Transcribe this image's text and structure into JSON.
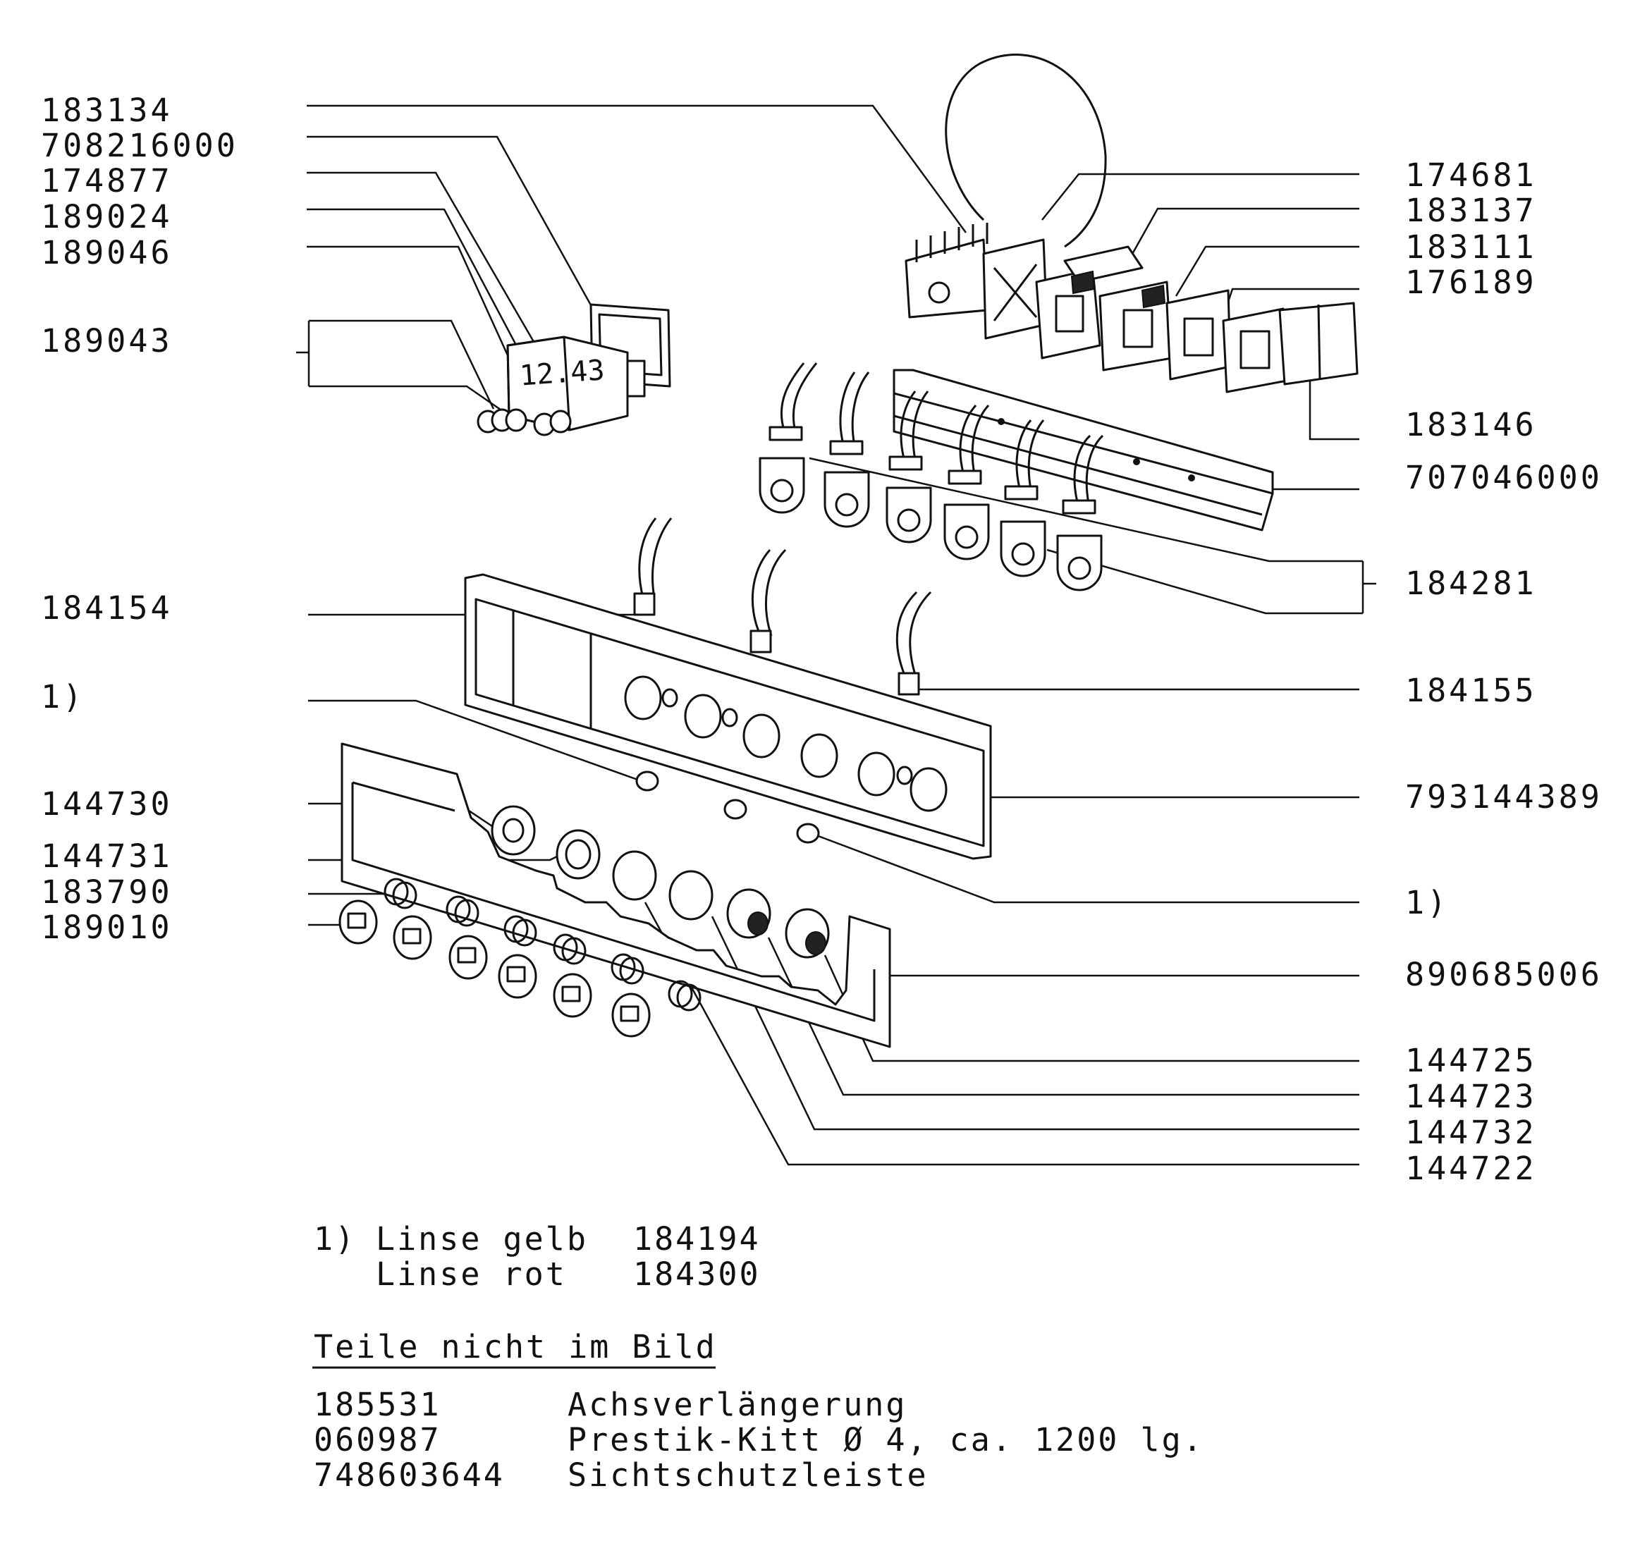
{
  "labels_left": [
    {
      "id": "l1",
      "text": "183134"
    },
    {
      "id": "l2",
      "text": "708216000"
    },
    {
      "id": "l3",
      "text": "174877"
    },
    {
      "id": "l4",
      "text": "189024"
    },
    {
      "id": "l5",
      "text": "189046"
    },
    {
      "id": "l6",
      "text": "189043"
    },
    {
      "id": "l7",
      "text": "184154"
    },
    {
      "id": "l8",
      "text": "1)"
    },
    {
      "id": "l9",
      "text": "144730"
    },
    {
      "id": "l10",
      "text": "144731"
    },
    {
      "id": "l11",
      "text": "183790"
    },
    {
      "id": "l12",
      "text": "189010"
    }
  ],
  "labels_right": [
    {
      "id": "r1",
      "text": "174681"
    },
    {
      "id": "r2",
      "text": "183137"
    },
    {
      "id": "r3",
      "text": "183111"
    },
    {
      "id": "r4",
      "text": "176189"
    },
    {
      "id": "r5",
      "text": "183146"
    },
    {
      "id": "r6",
      "text": "707046000"
    },
    {
      "id": "r7",
      "text": "184281"
    },
    {
      "id": "r8",
      "text": "184155"
    },
    {
      "id": "r9",
      "text": "793144389"
    },
    {
      "id": "r10",
      "text": "1)"
    },
    {
      "id": "r11",
      "text": "890685006"
    },
    {
      "id": "r12",
      "text": "144725"
    },
    {
      "id": "r13",
      "text": "144723"
    },
    {
      "id": "r14",
      "text": "144732"
    },
    {
      "id": "r15",
      "text": "144722"
    }
  ],
  "display_readout": "12.43",
  "footnote": {
    "marker": "1)",
    "rows": [
      {
        "name": "Linse gelb",
        "part": "184194"
      },
      {
        "name": "Linse rot",
        "part": "184300"
      }
    ]
  },
  "parts_not_shown": {
    "heading": "Teile nicht im Bild",
    "rows": [
      {
        "part": "185531",
        "desc": "Achsverlängerung"
      },
      {
        "part": "060987",
        "desc": "Prestik-Kitt Ø 4, ca. 1200 lg."
      },
      {
        "part": "748603644",
        "desc": "Sichtschutzleiste"
      }
    ]
  }
}
